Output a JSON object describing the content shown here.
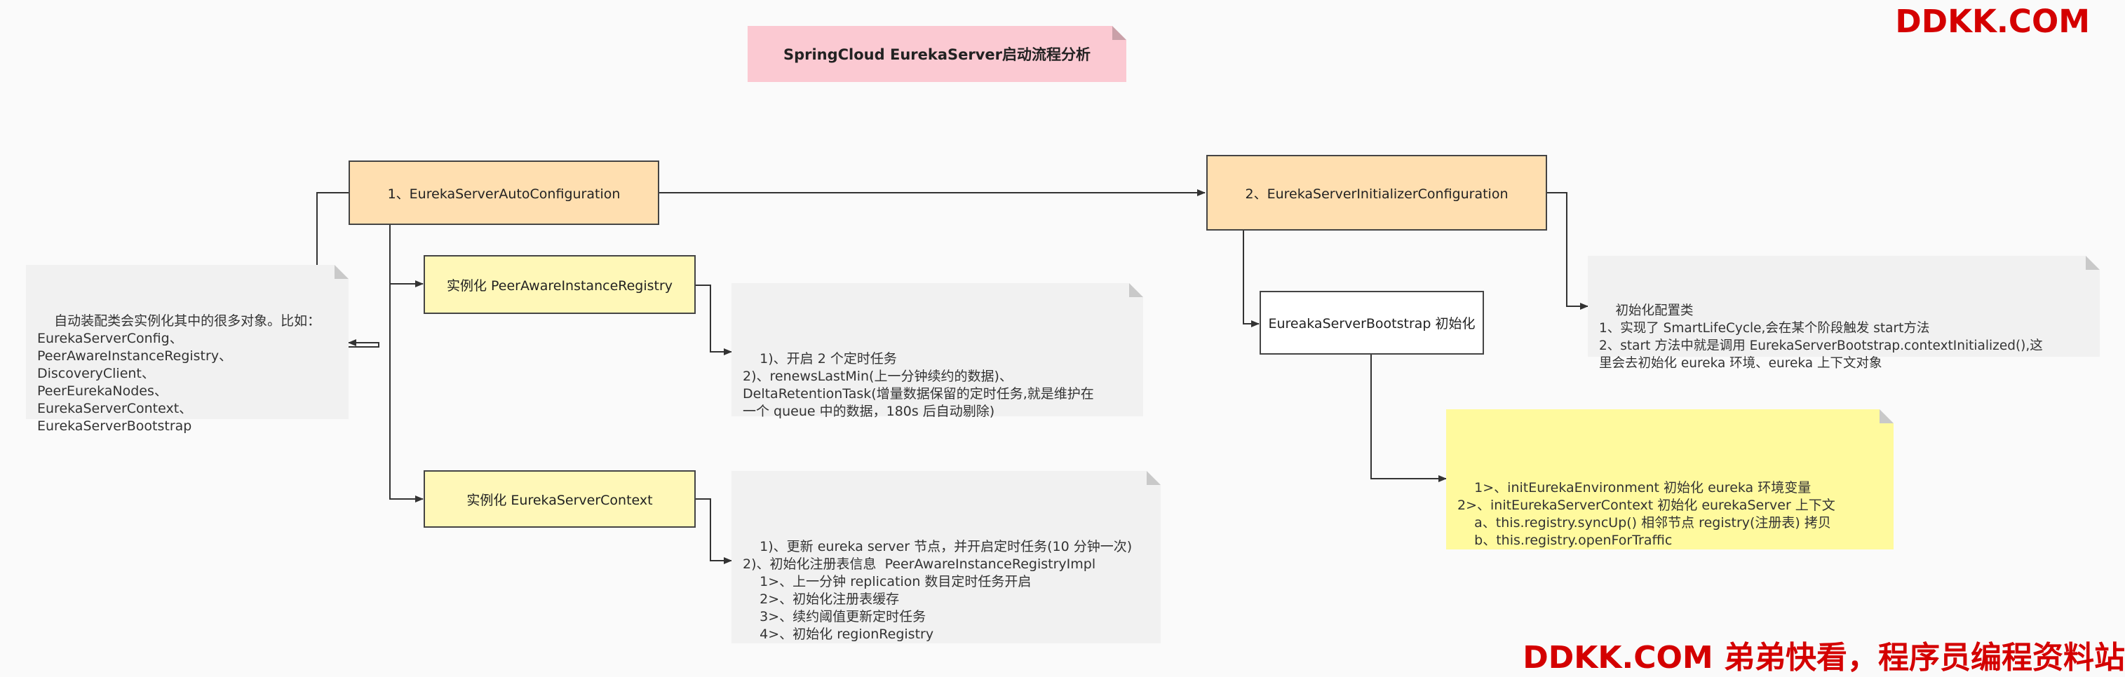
{
  "title": "SpringCloud EurekaServer启动流程分析",
  "watermark_top": "DDKK.COM",
  "watermark_bottom": "DDKK.COM 弟弟快看，程序员编程资料站",
  "nodes": {
    "auto_config": "1、EurekaServerAutoConfiguration",
    "initializer_config": "2、EurekaServerInitializerConfiguration",
    "peer_registry": "实例化 PeerAwareInstanceRegistry",
    "server_context": "实例化 EurekaServerContext",
    "bootstrap": "EureakaServerBootstrap 初始化"
  },
  "notes": {
    "auto_config_note": "自动装配类会实例化其中的很多对象。比如：\nEurekaServerConfig、\nPeerAwareInstanceRegistry、\nDiscoveryClient、\nPeerEurekaNodes、\nEurekaServerContext、\nEurekaServerBootstrap",
    "peer_registry_note": "1)、开启 2 个定时任务\n2)、renewsLastMin(上一分钟续约的数据)、\nDeltaRetentionTask(增量数据保留的定时任务,就是维护在\n一个 queue 中的数据，180s 后自动剔除)",
    "server_context_note": "1)、更新 eureka server 节点，并开启定时任务(10 分钟一次)\n2)、初始化注册表信息  PeerAwareInstanceRegistryImpl\n    1>、上一分钟 replication 数目定时任务开启\n    2>、初始化注册表缓存\n    3>、续约阈值更新定时任务\n    4>、初始化 regionRegistry",
    "initializer_note": "初始化配置类\n1、实现了 SmartLifeCycle,会在某个阶段触发 start方法\n2、start 方法中就是调用 EurekaServerBootstrap.contextInitialized(),这\n里会去初始化 eureka 环境、eureka 上下文对象",
    "bootstrap_note": "1>、initEurekaEnvironment 初始化 eureka 环境变量\n2>、initEurekaServerContext 初始化 eurekaServer 上下文\n    a、this.registry.syncUp() 相邻节点 registry(注册表) 拷贝\n    b、this.registry.openForTraffic"
  }
}
